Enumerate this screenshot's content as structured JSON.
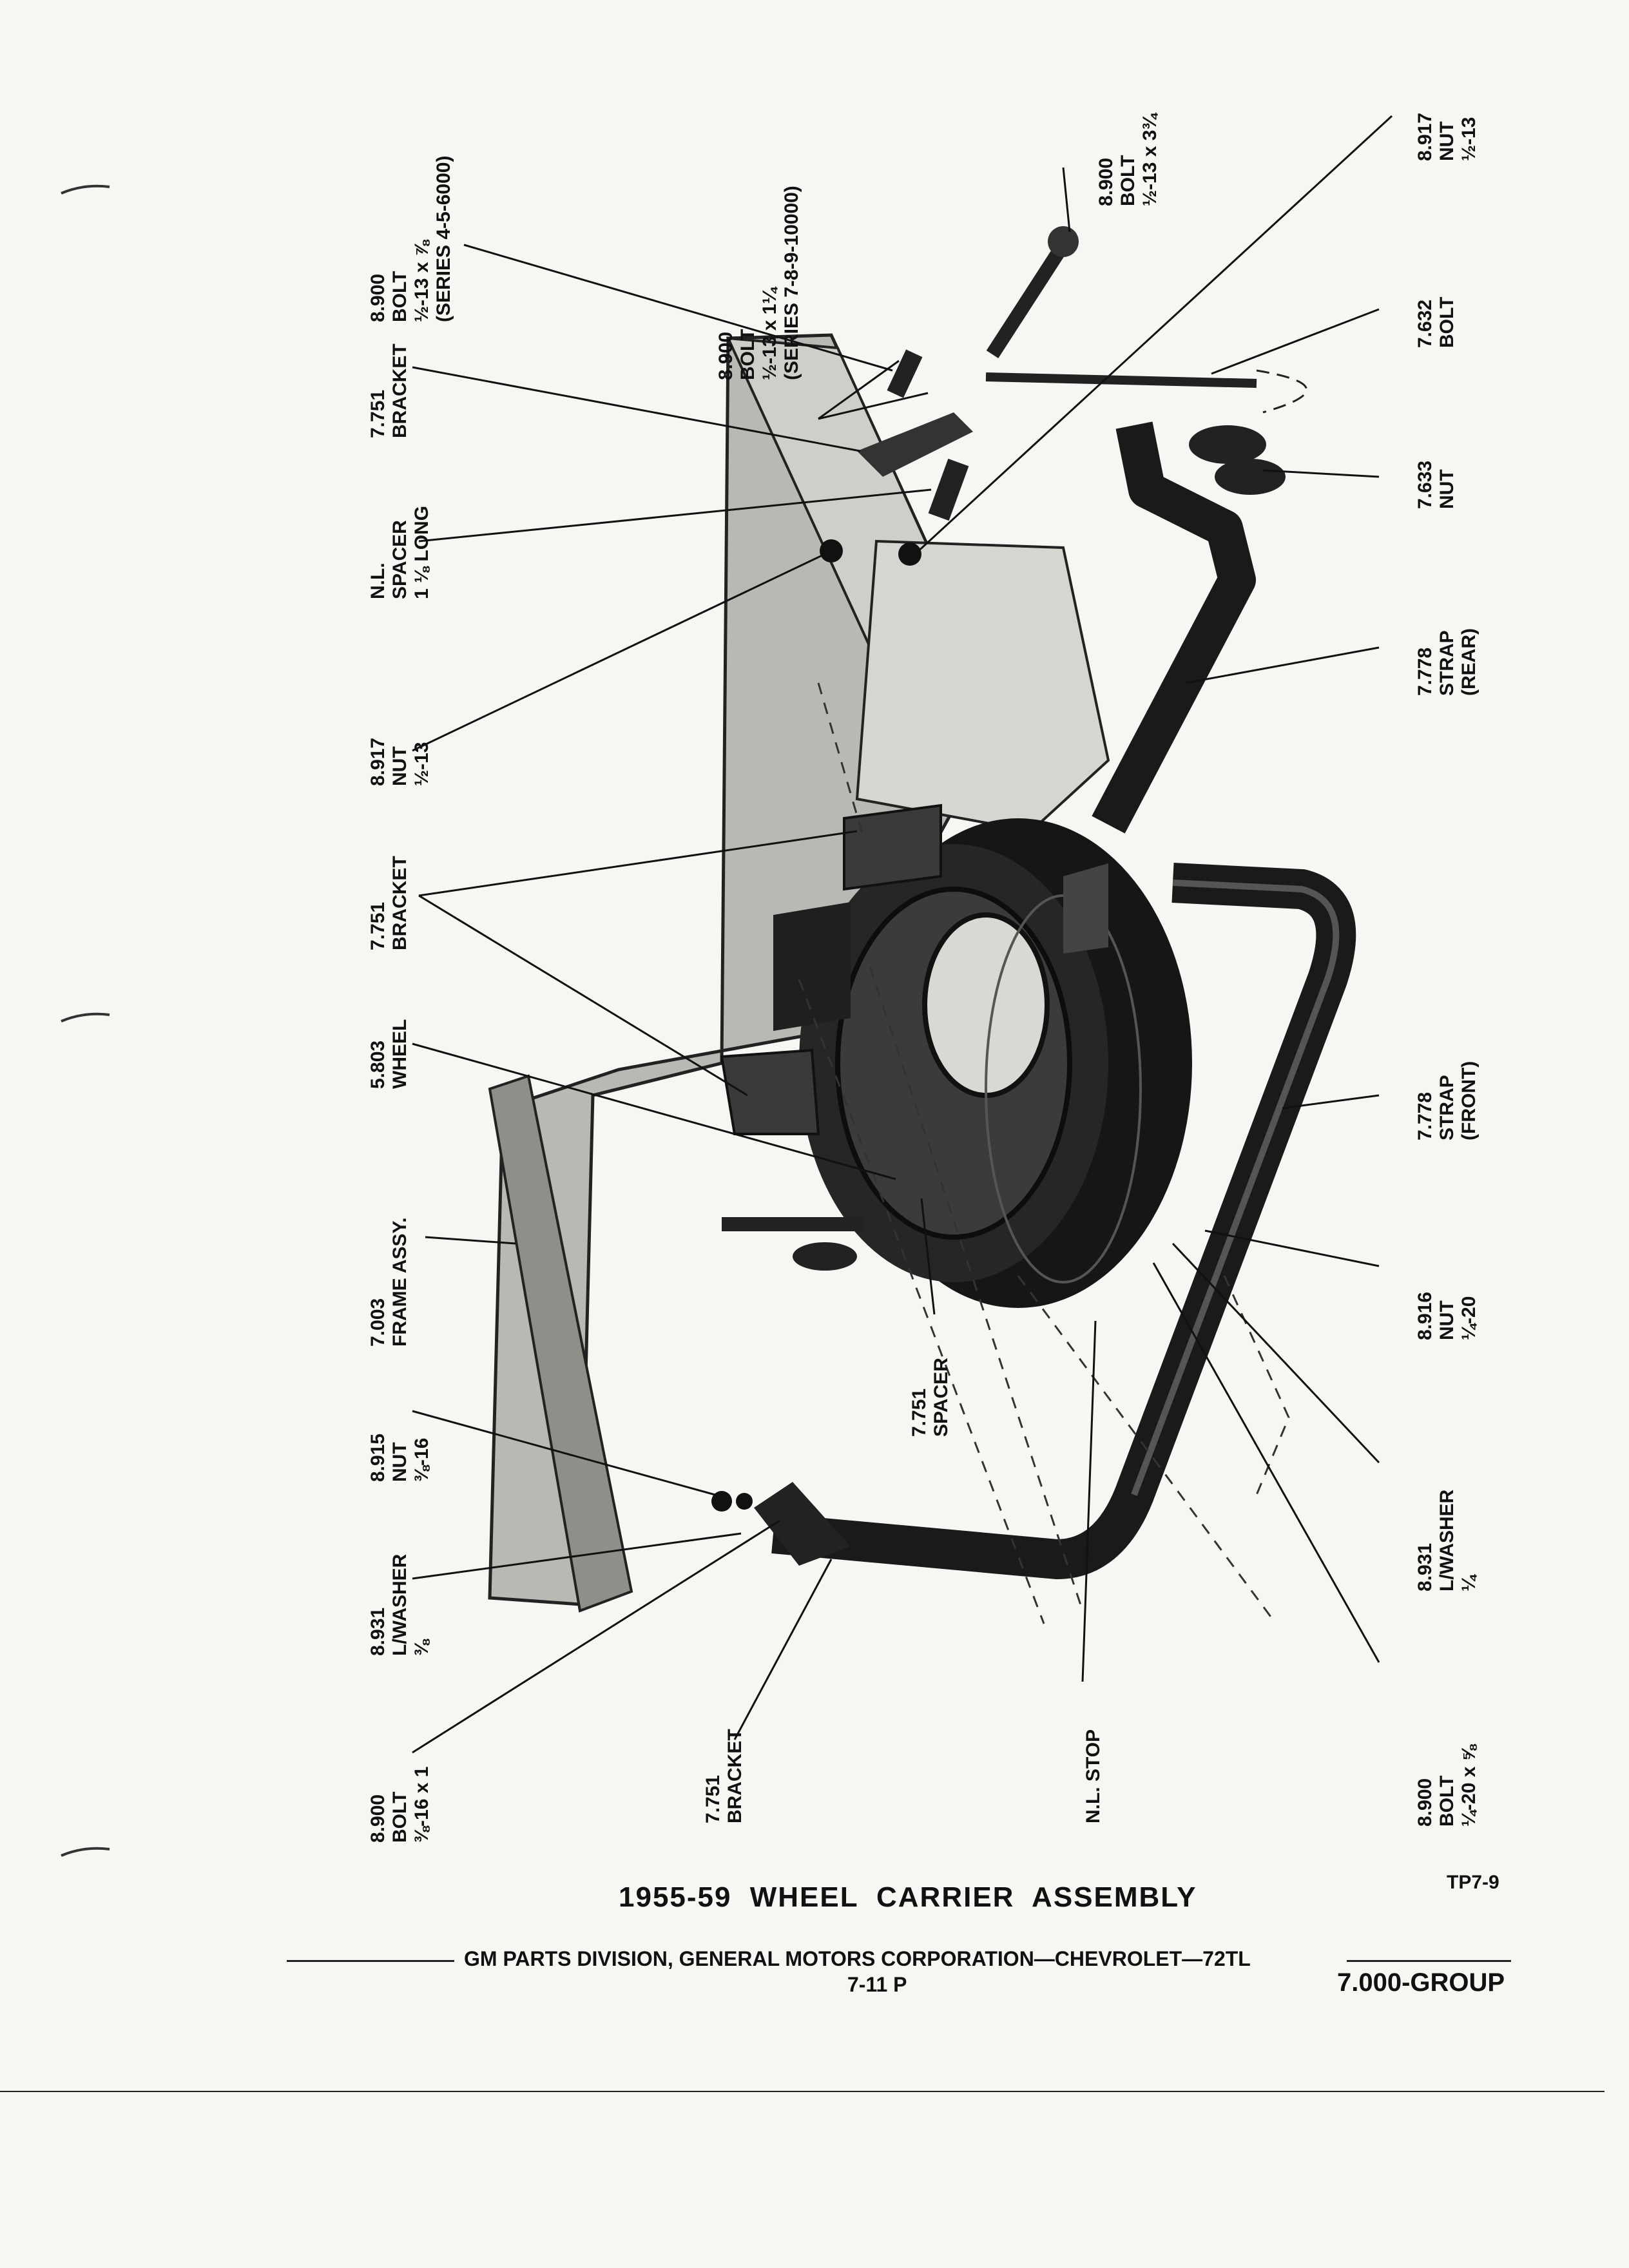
{
  "callouts": [
    {
      "id": "bolt-top-left",
      "lines": [
        "8.900",
        "BOLT",
        "½-13 x ⅞",
        "(SERIES 4-5-6000)"
      ]
    },
    {
      "id": "bracket-top",
      "lines": [
        "7.751",
        "BRACKET"
      ]
    },
    {
      "id": "spacer-nl",
      "lines": [
        "N.L.",
        "SPACER",
        "1 ⅛ LONG"
      ]
    },
    {
      "id": "nut-left-upper",
      "lines": [
        "8.917",
        "NUT",
        "½-13"
      ]
    },
    {
      "id": "bracket-upper-left",
      "lines": [
        "7.751",
        "BRACKET"
      ]
    },
    {
      "id": "wheel",
      "lines": [
        "5.803",
        "WHEEL"
      ]
    },
    {
      "id": "frame-assy",
      "lines": [
        "7.003",
        "FRAME ASSY."
      ]
    },
    {
      "id": "nut-left-lower",
      "lines": [
        "8.915",
        "NUT",
        "⅜-16"
      ]
    },
    {
      "id": "lwasher-left",
      "lines": [
        "8.931",
        "L/WASHER",
        "⅜"
      ]
    },
    {
      "id": "bolt-bottom-left",
      "lines": [
        "8.900",
        "BOLT",
        "⅜-16 x 1"
      ]
    },
    {
      "id": "bolt-mid-top",
      "lines": [
        "8.900",
        "BOLT",
        "½-13 x 1¼",
        "(SERIES 7-8-9-10000)"
      ]
    },
    {
      "id": "spacer-center",
      "lines": [
        "7.751",
        "SPACER"
      ]
    },
    {
      "id": "bracket-bottom",
      "lines": [
        "7.751",
        "BRACKET"
      ]
    },
    {
      "id": "bolt-right-top",
      "lines": [
        "8.900",
        "BOLT",
        "½-13 x 3¾"
      ]
    },
    {
      "id": "nl-stop",
      "lines": [
        "N.L. STOP"
      ]
    },
    {
      "id": "nut-right-top",
      "lines": [
        "8.917",
        "NUT",
        "½-13"
      ]
    },
    {
      "id": "bolt-right-upper",
      "lines": [
        "7.632",
        "BOLT"
      ]
    },
    {
      "id": "nut-wing",
      "lines": [
        "7.633",
        "NUT"
      ]
    },
    {
      "id": "strap-rear",
      "lines": [
        "7.778",
        "STRAP",
        "(REAR)"
      ]
    },
    {
      "id": "strap-front",
      "lines": [
        "7.778",
        "STRAP",
        "(FRONT)"
      ]
    },
    {
      "id": "nut-right-lower",
      "lines": [
        "8.916",
        "NUT",
        "¼-20"
      ]
    },
    {
      "id": "lwasher-right",
      "lines": [
        "8.931",
        "L/WASHER",
        "¼"
      ]
    },
    {
      "id": "bolt-right-bottom",
      "lines": [
        "8.900",
        "BOLT",
        "¼-20 x ⅝"
      ]
    }
  ],
  "figure_code": "TP7-9",
  "title": "1955-59  WHEEL  CARRIER  ASSEMBLY",
  "footer": {
    "division": "GM PARTS DIVISION, GENERAL MOTORS CORPORATION—CHEVROLET—72TL",
    "page": "7-11  P",
    "group": "7.000-GROUP"
  }
}
